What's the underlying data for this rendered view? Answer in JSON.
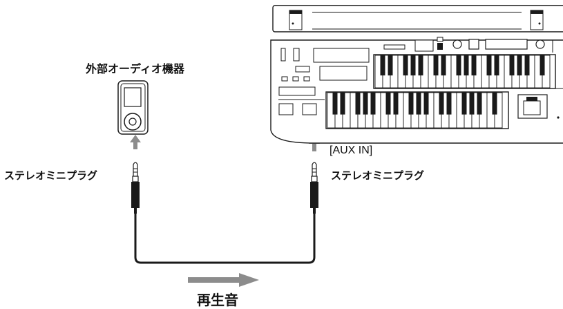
{
  "labels": {
    "device": "外部オーディオ機器",
    "left_plug": "ステレオミニプラグ",
    "right_plug": "ステレオミニプラグ",
    "jack": "[AUX IN]",
    "playback": "再生音"
  },
  "colors": {
    "line": "#1a1a1a",
    "arrow_gray": "#8c8c8c",
    "background": "#ffffff"
  },
  "icons": {
    "device": "portable-music-player-icon",
    "instrument": "electone-organ-icon",
    "plug": "stereo-mini-plug-icon"
  }
}
